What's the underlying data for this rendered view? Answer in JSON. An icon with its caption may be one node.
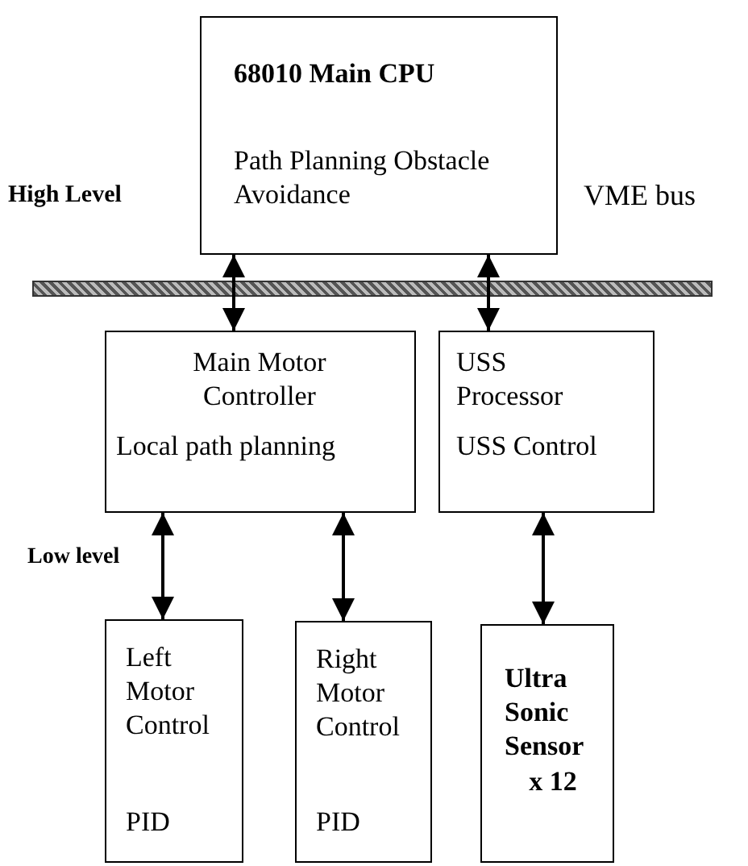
{
  "diagram": {
    "nodes": [
      {
        "text": [
          "68010 Main CPU",
          "Path Planning Obstacle Avoidance"
        ]
      },
      {
        "text": [],
        "shape": "bar"
      },
      {
        "text": [
          "Main Motor Controller",
          "Local path planning"
        ]
      },
      {
        "text": [
          "USS Processor",
          "USS Control"
        ]
      },
      {
        "text": [
          "Left Motor Control",
          "PID"
        ]
      },
      {
        "text": [
          "Right Motor Control",
          "PID"
        ]
      },
      {
        "text": [
          "Ultra Sonic Sensor",
          "x 12"
        ]
      }
    ],
    "edges": [
      {
        "from": 0,
        "to": 2,
        "arrow": "both"
      },
      {
        "from": 0,
        "to": 3,
        "arrow": "both"
      },
      {
        "from": 2,
        "to": 4,
        "arrow": "both"
      },
      {
        "from": 2,
        "to": 5,
        "arrow": "both"
      },
      {
        "from": 3,
        "to": 6,
        "arrow": "both"
      }
    ],
    "labels": [
      "High Level",
      "VME bus",
      "Low level"
    ]
  }
}
